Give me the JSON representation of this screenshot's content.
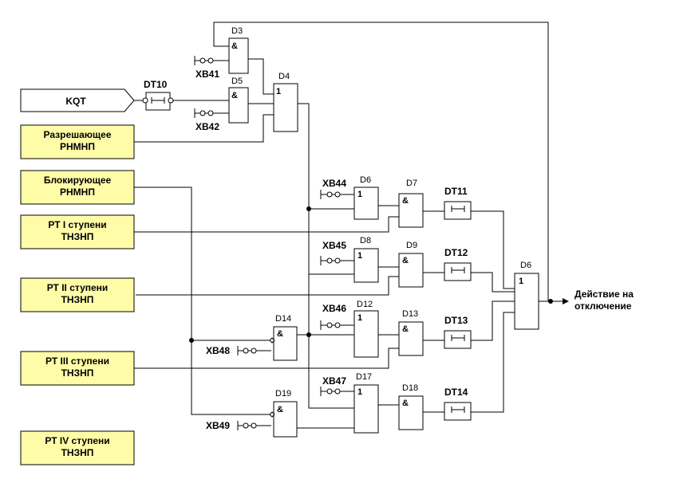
{
  "inputs": {
    "kqt": "KQT",
    "razr": [
      "Разрешающее",
      "РНМНП"
    ],
    "blok": [
      "Блокирующее",
      "РНМНП"
    ],
    "rt1": [
      "РТ I ступени",
      "ТНЗНП"
    ],
    "rt2": [
      "РТ II ступени",
      "ТНЗНП"
    ],
    "rt3": [
      "РТ III ступени",
      "ТНЗНП"
    ],
    "rt4": [
      "РТ IV ступени",
      "ТНЗНП"
    ]
  },
  "blocks": {
    "dt10": "DT10",
    "d3": "D3",
    "d5": "D5",
    "d4": "D4",
    "d6a": "D6",
    "d7": "D7",
    "d8": "D8",
    "d9": "D9",
    "d12": "D12",
    "d13": "D13",
    "d14": "D14",
    "d17": "D17",
    "d18": "D18",
    "d19": "D19",
    "d6b": "D6",
    "dt11": "DT11",
    "dt12": "DT12",
    "dt13": "DT13",
    "dt14": "DT14"
  },
  "symbols": {
    "and": "&",
    "or": "1"
  },
  "switches": {
    "xb41": "XB41",
    "xb42": "XB42",
    "xb44": "XB44",
    "xb45": "XB45",
    "xb46": "XB46",
    "xb47": "XB47",
    "xb48": "XB48",
    "xb49": "XB49"
  },
  "output": [
    "Действие на",
    "отключение"
  ]
}
